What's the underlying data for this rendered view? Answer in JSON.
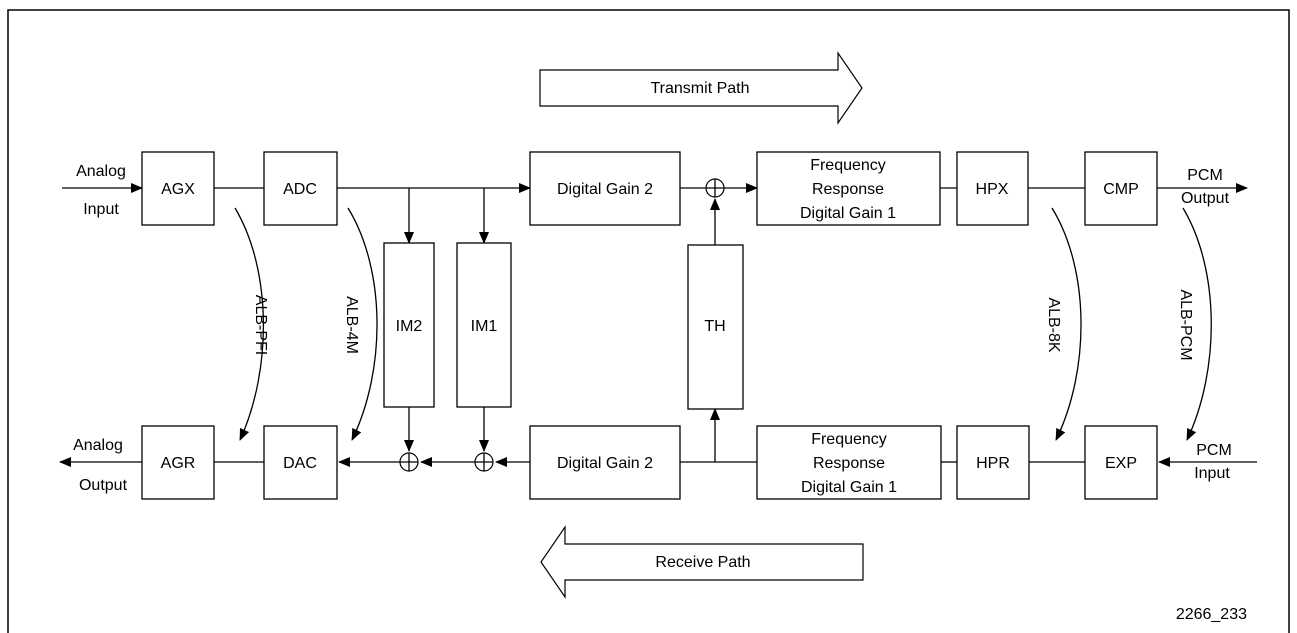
{
  "transmit_arrow_label": "Transmit Path",
  "receive_arrow_label": "Receive Path",
  "analog_input": [
    "Analog",
    "Input"
  ],
  "analog_output": [
    "Analog",
    "Output"
  ],
  "pcm_output": [
    "PCM",
    "Output"
  ],
  "pcm_input": [
    "PCM",
    "Input"
  ],
  "blocks": {
    "agx": "AGX",
    "adc": "ADC",
    "dg2_tx": "Digital Gain 2",
    "fr_tx": [
      "Frequency",
      "Response",
      "Digital Gain 1"
    ],
    "hpx": "HPX",
    "cmp": "CMP",
    "im2": "IM2",
    "im1": "IM1",
    "th": "TH",
    "agr": "AGR",
    "dac": "DAC",
    "dg2_rx": "Digital Gain 2",
    "fr_rx": [
      "Frequency",
      "Response",
      "Digital Gain 1"
    ],
    "hpr": "HPR",
    "exp": "EXP"
  },
  "loopbacks": {
    "pfi": "ALB-PFI",
    "m4": "ALB-4M",
    "k8": "ALB-8K",
    "pcm": "ALB-PCM"
  },
  "figure_id": "2266_233"
}
